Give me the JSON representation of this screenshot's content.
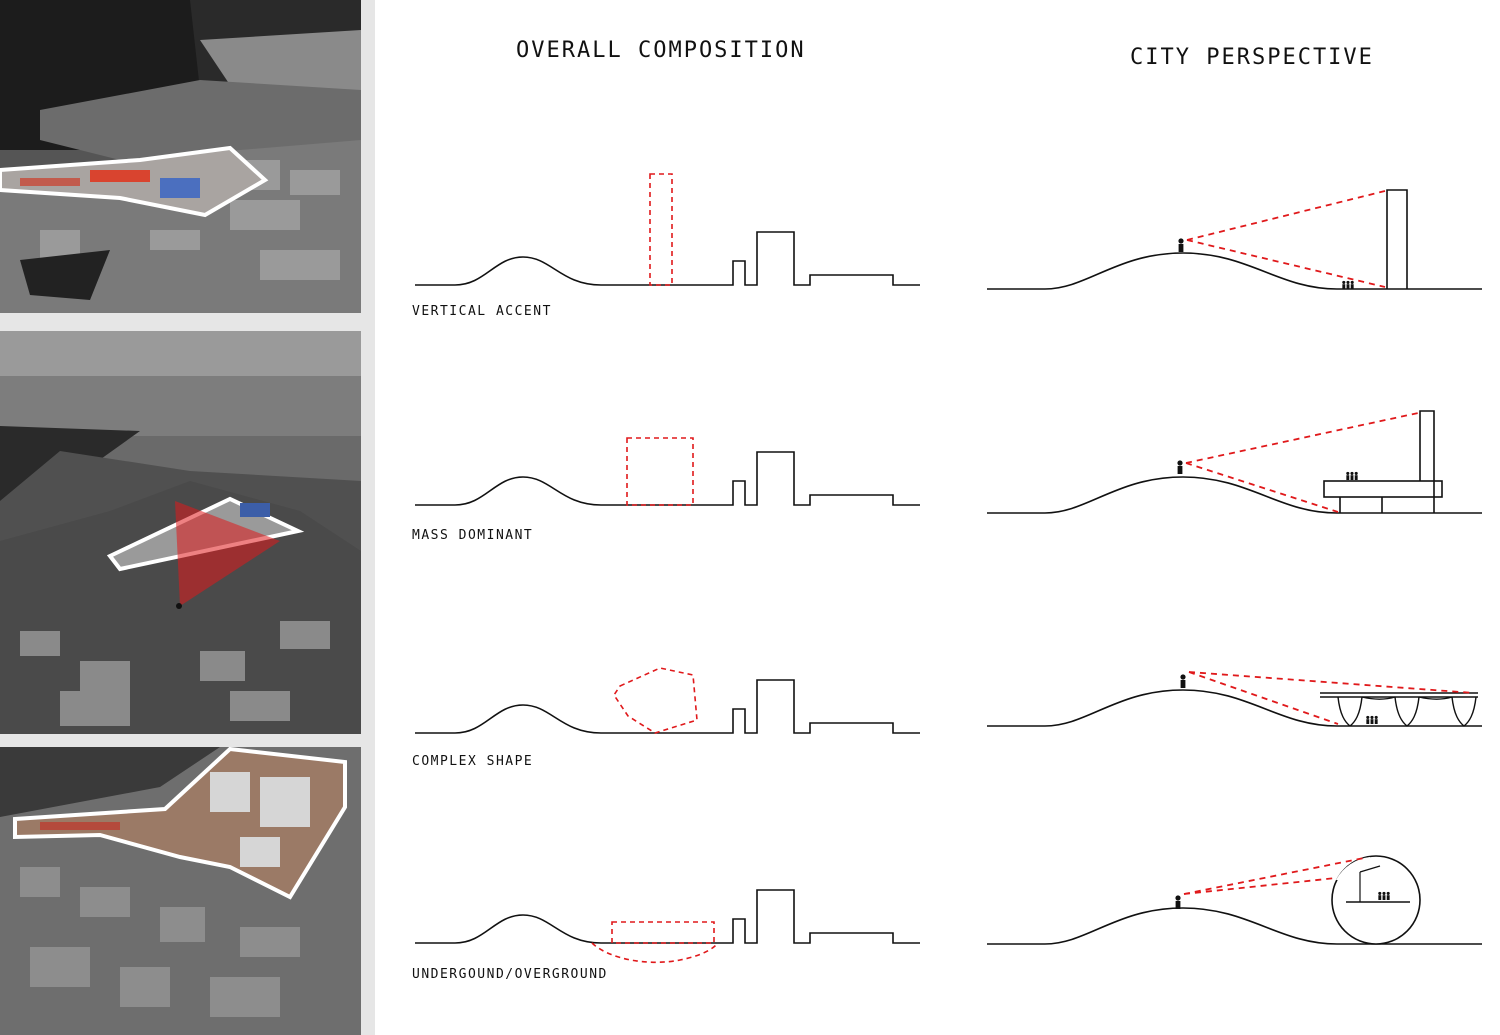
{
  "headings": {
    "left": "OVERALL COMPOSITION",
    "right": "CITY PERSPECTIVE"
  },
  "rows": [
    {
      "label": "VERTICAL ACCENT"
    },
    {
      "label": "MASS DOMINANT"
    },
    {
      "label": "COMPLEX SHAPE"
    },
    {
      "label": "UNDERGOUND/OVERGROUND"
    }
  ],
  "colors": {
    "accent_red": "#e0191b",
    "line": "#111111",
    "photo_sidebar": "#e6e6e6",
    "site_outline": "#ffffff"
  },
  "icons": [
    "person-icon",
    "people-group-icon",
    "aerial-photo"
  ]
}
